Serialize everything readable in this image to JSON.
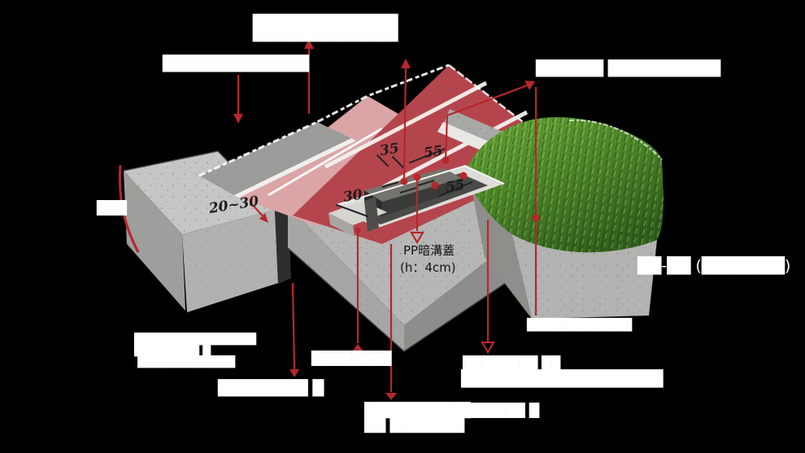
{
  "colors": {
    "background": "#000000",
    "accent_red": "#b5272d",
    "track_red": "#b5454c",
    "track_pink": "#dba5a8",
    "walkway_gray": "#9c9c9a",
    "concrete_light": "#c6c6c4",
    "concrete_mid": "#a9a9a7",
    "concrete_dark": "#8d8d8b",
    "channel_dark": "#3a3a38",
    "cover_gray": "#74746e",
    "grass_light": "#79b33f",
    "grass_dark": "#2e5a1c",
    "edge_white": "#f2f1ee"
  },
  "dimensions": {
    "joint_depth": "20~30",
    "dim_35": "35",
    "dim_55_top": "55",
    "dim_30": "30",
    "dim_55_right": "55"
  },
  "channel_note": {
    "line1": "PP暗溝蓋",
    "line2": "(h：4cm)"
  },
  "labels": {
    "top_main": "████████",
    "upper_left": "█████████████",
    "upper_right": "██████ ██████████",
    "left_small": "███",
    "right_mid": "██-██ (███████)",
    "bottom_left_1": "███████████████",
    "bottom_left_2": "████████ █",
    "bottom_left_3": " ████████████",
    "mid_bottom": "████████",
    "bottom_center_left": "████████ █",
    "right_lower": "████████████",
    "bottom_right_1": "████████ ██",
    "bottom_right_2": "█████████████████",
    "big_bottom_1": "██████████",
    "big_bottom_2": "██ ███████",
    "big_bottom_connector": "—",
    "big_bottom_side": "██████ █"
  }
}
